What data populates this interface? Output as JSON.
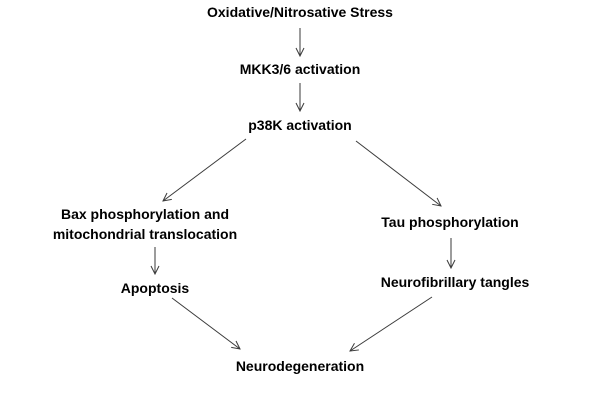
{
  "nodes": {
    "stress": "Oxidative/Nitrosative Stress",
    "mkk": "MKK3/6 activation",
    "p38k": "p38K activation",
    "bax_line1": "Bax phosphorylation and",
    "bax_line2": "mitochondrial translocation",
    "tau": "Tau phosphorylation",
    "apoptosis": "Apoptosis",
    "nft": "Neurofibrillary  tangles",
    "neuro": "Neurodegeneration"
  },
  "colors": {
    "text": "#000000",
    "arrow": "#3a3a3a",
    "background": "#ffffff"
  }
}
